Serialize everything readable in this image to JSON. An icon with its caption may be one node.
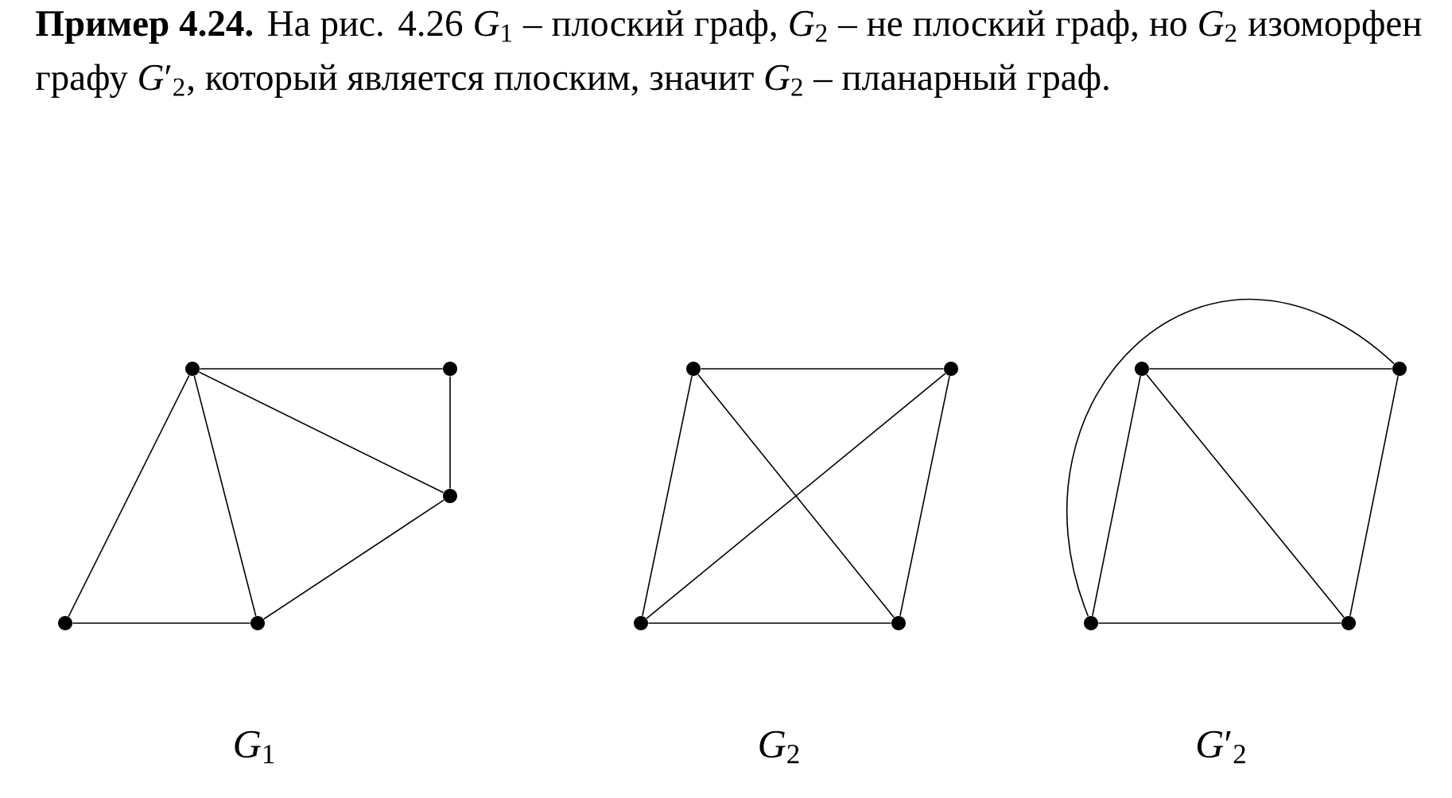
{
  "diagram": {
    "nodes": [
      {
        "text": [],
        "shape": "circle"
      },
      {
        "text": [],
        "shape": "circle"
      },
      {
        "text": [],
        "shape": "circle"
      },
      {
        "text": [],
        "shape": "circle"
      },
      {
        "text": [],
        "shape": "circle"
      },
      {
        "text": [],
        "shape": "circle"
      },
      {
        "text": [],
        "shape": "circle"
      },
      {
        "text": [],
        "shape": "circle"
      },
      {
        "text": [],
        "shape": "circle"
      },
      {
        "text": [],
        "shape": "circle"
      },
      {
        "text": [],
        "shape": "circle"
      },
      {
        "text": [],
        "shape": "circle"
      },
      {
        "text": [],
        "shape": "circle"
      }
    ],
    "edges": [
      {
        "from": 0,
        "to": 1,
        "arrow": "none"
      },
      {
        "from": 1,
        "to": 2,
        "arrow": "none"
      },
      {
        "from": 0,
        "to": 2,
        "arrow": "none"
      },
      {
        "from": 0,
        "to": 3,
        "arrow": "none"
      },
      {
        "from": 0,
        "to": 4,
        "arrow": "none"
      },
      {
        "from": 3,
        "to": 4,
        "arrow": "none"
      },
      {
        "from": 4,
        "to": 2,
        "arrow": "none"
      },
      {
        "from": 5,
        "to": 6,
        "arrow": "none"
      },
      {
        "from": 5,
        "to": 7,
        "arrow": "none"
      },
      {
        "from": 6,
        "to": 8,
        "arrow": "none"
      },
      {
        "from": 7,
        "to": 8,
        "arrow": "none"
      },
      {
        "from": 5,
        "to": 8,
        "arrow": "none"
      },
      {
        "from": 6,
        "to": 7,
        "arrow": "none"
      },
      {
        "from": 9,
        "to": 10,
        "arrow": "none"
      },
      {
        "from": 9,
        "to": 11,
        "arrow": "none"
      },
      {
        "from": 10,
        "to": 12,
        "arrow": "none"
      },
      {
        "from": 11,
        "to": 12,
        "arrow": "none"
      },
      {
        "from": 9,
        "to": 12,
        "arrow": "none"
      },
      {
        "from": 11,
        "to": 10,
        "arrow": "none"
      }
    ],
    "labels": [
      "**Пример 4.24.** На рис. 4.26 *G*$_{1}$ – плоский граф, *G*$_{2}$ – не плоский граф, но *G*$_{2}$ изоморфен графу *G*′$_{2}$, который является плоским, значит *G*$_{2}$ – планарный граф.",
      "*G*$_{1}$",
      "*G*$_{2}$",
      "*G*′$_{2}$"
    ]
  }
}
